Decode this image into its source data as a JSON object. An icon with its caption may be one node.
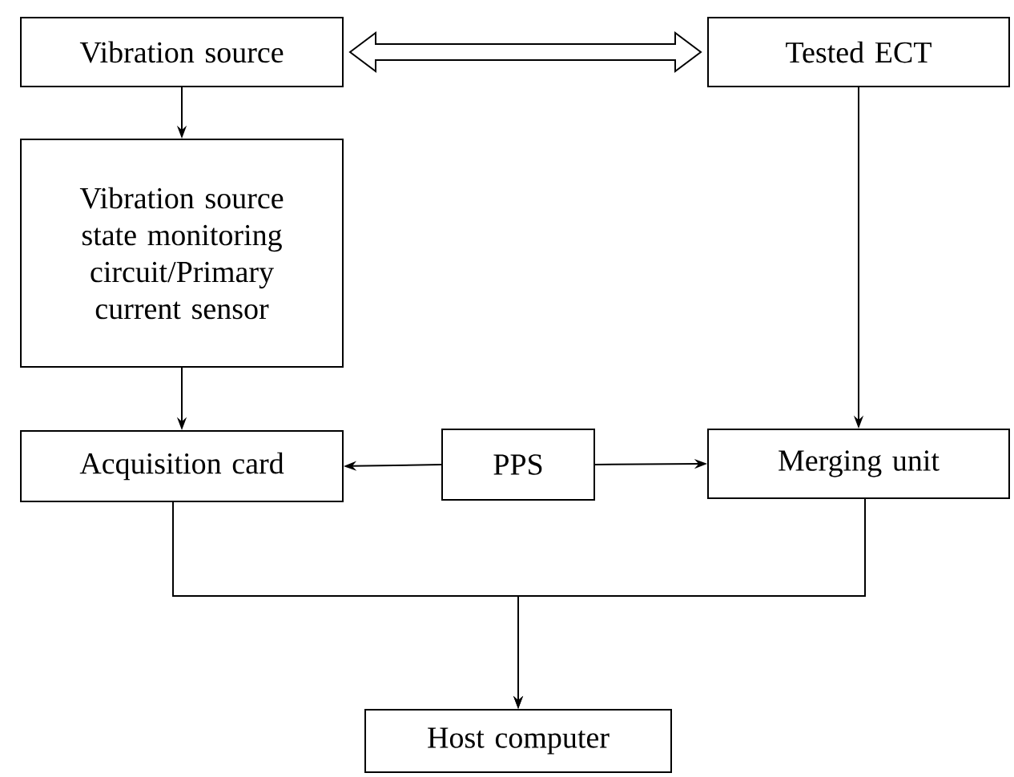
{
  "diagram": {
    "nodes": [
      {
        "text": [
          "Vibration source"
        ]
      },
      {
        "text": [
          "Tested ECT"
        ]
      },
      {
        "text": [
          "Vibration source state monitoring circuit/Primary current sensor"
        ]
      },
      {
        "text": [
          "Acquisition card"
        ]
      },
      {
        "text": [
          "PPS"
        ]
      },
      {
        "text": [
          "Merging unit"
        ]
      },
      {
        "text": [
          "Host computer"
        ]
      }
    ],
    "edges": [
      {
        "from": 0,
        "to": 1,
        "arrow": "both",
        "style": "thick"
      },
      {
        "from": 0,
        "to": 2,
        "arrow": "to"
      },
      {
        "from": 2,
        "to": 3,
        "arrow": "to"
      },
      {
        "from": 1,
        "to": 5,
        "arrow": "to"
      },
      {
        "from": 4,
        "to": 3,
        "arrow": "to"
      },
      {
        "from": 4,
        "to": 5,
        "arrow": "to"
      },
      {
        "from": 3,
        "to": 6,
        "arrow": "to"
      },
      {
        "from": 5,
        "to": 6,
        "arrow": "to"
      }
    ]
  }
}
